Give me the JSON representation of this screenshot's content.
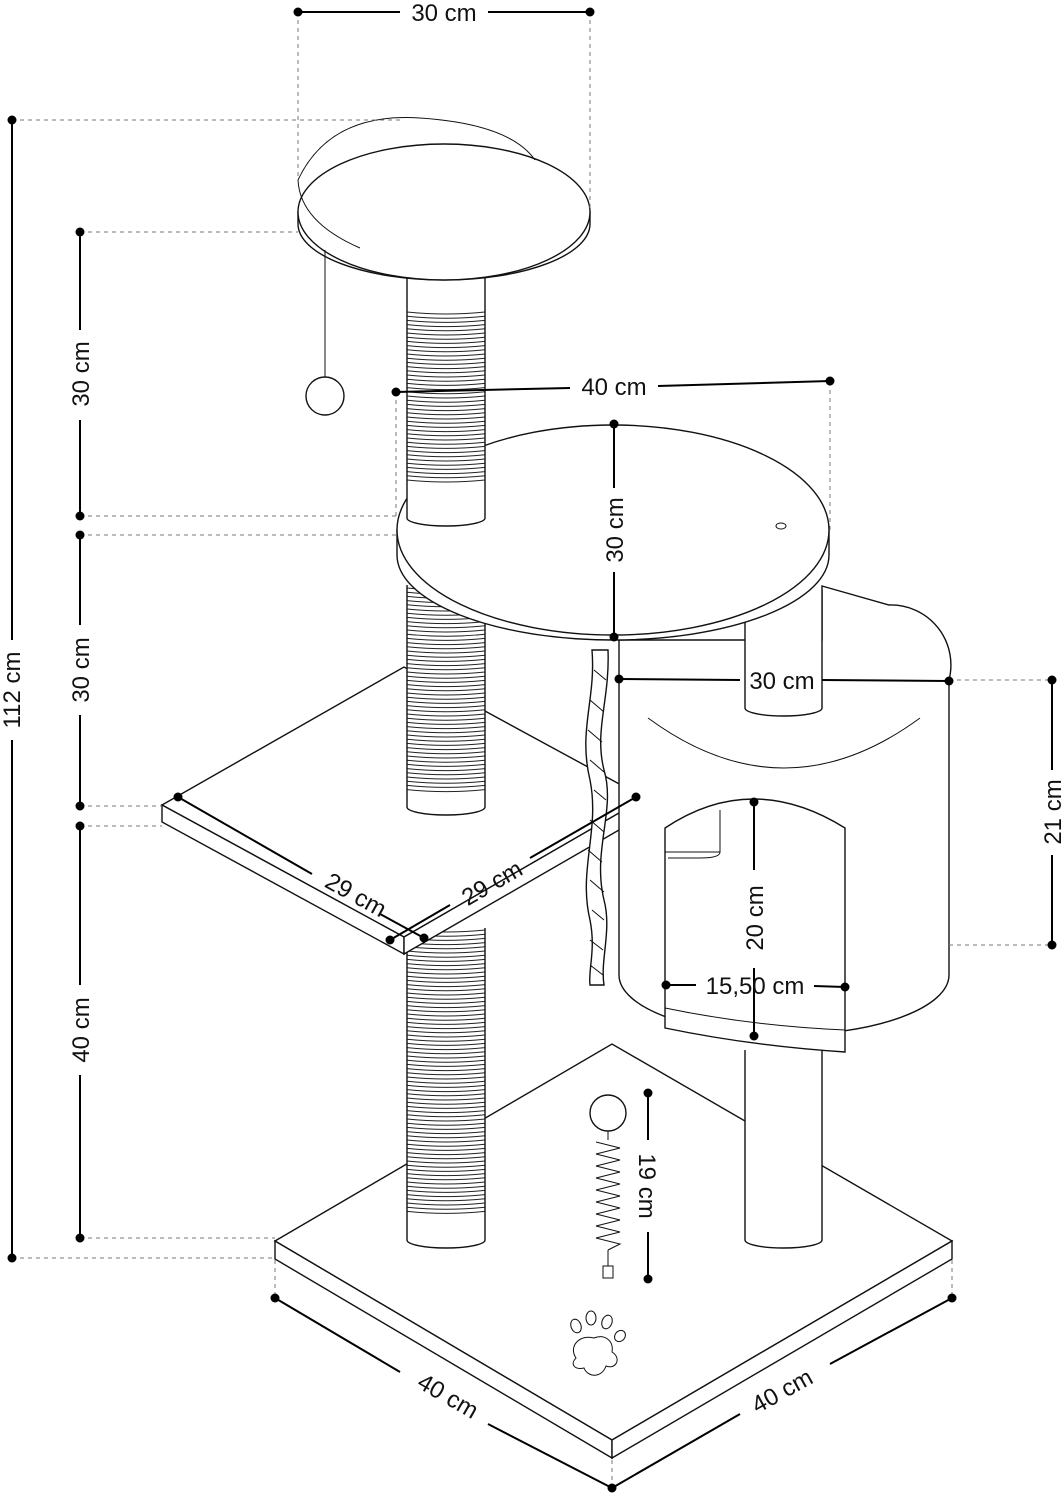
{
  "diagram": {
    "dimensions": {
      "top_platform_width": "30 cm",
      "total_height": "112 cm",
      "top_section_height": "30 cm",
      "middle_section_height": "30 cm",
      "lower_section_height": "40 cm",
      "middle_platform_width": "40 cm",
      "middle_platform_depth": "30 cm",
      "condo_width": "30 cm",
      "condo_height": "21 cm",
      "ledge_length": "29 cm",
      "ledge_width": "29 cm",
      "entrance_height": "20 cm",
      "entrance_width": "15,50 cm",
      "spring_toy_length": "19 cm",
      "base_left": "40 cm",
      "base_right": "40 cm"
    },
    "icons": {
      "base_emblem": "paw-print-icon"
    },
    "colors": {
      "line": "#111111",
      "background": "#ffffff"
    }
  }
}
